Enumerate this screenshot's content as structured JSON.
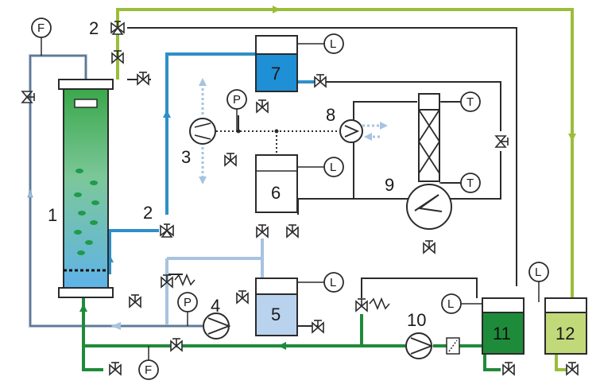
{
  "colors": {
    "pipe_black": "#2b2b2b",
    "pipe_blue": "#2f8fc8",
    "pipe_lightblue": "#a7c3e0",
    "pipe_green": "#1f8a3a",
    "pipe_olive": "#9bbd3a",
    "column_green": "#3aa84a",
    "column_blue": "#5fb3e8",
    "tank7_fill": "#1f8fd6",
    "tank5_fill": "#b9d2ee",
    "tank11_fill": "#1e8b3a",
    "tank12_fill": "#c2d97a",
    "bubble": "#1f9a4a"
  },
  "instruments": {
    "flow": "F",
    "level": "L",
    "pressure": "P",
    "temperature": "T"
  },
  "units": {
    "u1": "1",
    "u2_top": "2",
    "u2_mid": "2",
    "u3": "3",
    "u4": "4",
    "u5": "5",
    "u6": "6",
    "u7": "7",
    "u8": "8",
    "u9": "9",
    "u10": "10",
    "u11": "11",
    "u12": "12"
  }
}
